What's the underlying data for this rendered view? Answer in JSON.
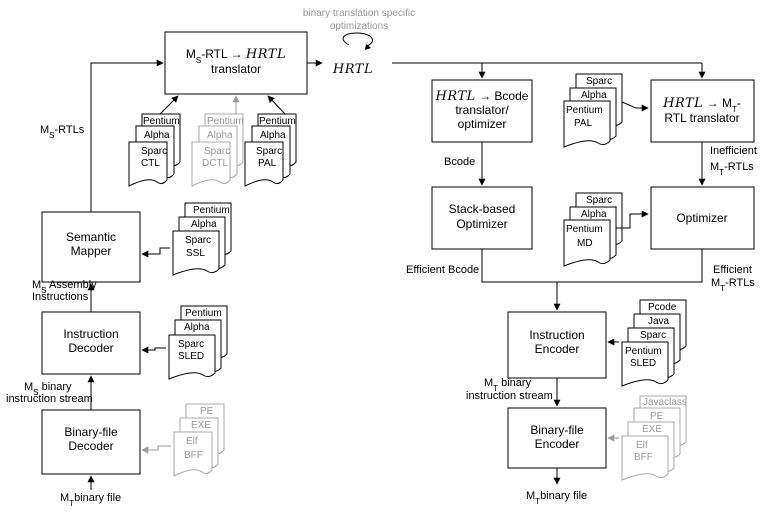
{
  "top_note": [
    "binary translation specific",
    "optimizations"
  ],
  "hrtl": "HRTL",
  "left": {
    "translator": {
      "prefix": "M",
      "sub": "S",
      "mid": "-RTL → ",
      "hrtl": "HRTL",
      "line2": "translator"
    },
    "semantic_mapper": [
      "Semantic",
      "Mapper"
    ],
    "instruction_decoder": [
      "Instruction",
      "Decoder"
    ],
    "binary_file_decoder": [
      "Binary-file",
      "Decoder"
    ],
    "ms_rtls": {
      "m": "M",
      "sub": "S",
      "rest": "-RTLs"
    },
    "ms_assembly": {
      "m": "M",
      "sub": "S",
      "rest": " Assembly",
      "line2": "Instructions"
    },
    "ms_binary": {
      "m": "M",
      "sub": "S",
      "rest": " binary",
      "line2": "instruction stream"
    },
    "mt_binary_file": {
      "m": "M",
      "sub": "T",
      "rest": "binary file"
    },
    "docs_ctl": [
      "Pentium",
      "Alpha",
      "Sparc",
      "CTL"
    ],
    "docs_dctl": [
      "Pentium",
      "Alpha",
      "Sparc",
      "DCTL"
    ],
    "docs_pal": [
      "Pentium",
      "Alpha",
      "Sparc",
      "PAL"
    ],
    "docs_ssl": [
      "Pentium",
      "Alpha",
      "Sparc",
      "SSL"
    ],
    "docs_sled": [
      "Pentium",
      "Alpha",
      "Sparc",
      "SLED"
    ],
    "docs_bff": [
      "PE",
      "EXE",
      "Elf",
      "BFF"
    ]
  },
  "right": {
    "bcode_translator": {
      "hrtl": "HRTL",
      "mid": " → Bcode",
      "line2": "translator/",
      "line3": "optimizer"
    },
    "mt_rtl_translator": {
      "hrtl": "HRTL",
      "mid": " → M",
      "sub": "T",
      "tail": "-",
      "line2": "RTL translator"
    },
    "stack_optimizer": [
      "Stack-based",
      "Optimizer"
    ],
    "optimizer": "Optimizer",
    "instruction_encoder": [
      "Instruction",
      "Encoder"
    ],
    "binary_file_encoder": [
      "Binary-file",
      "Encoder"
    ],
    "bcode_label": "Bcode",
    "inefficient": {
      "line1": "Inefficient",
      "m": "M",
      "sub": "T",
      "rest": "-RTLs"
    },
    "efficient_bcode": "Efficient Bcode",
    "efficient_mt": {
      "line1": "Efficient",
      "m": "M",
      "sub": "T",
      "rest": "-RTLs"
    },
    "mt_binary": {
      "m": "M",
      "sub": "T",
      "rest": " binary",
      "line2": "instruction stream"
    },
    "mt_binary_file": {
      "m": "M",
      "sub": "T",
      "rest": "binary file"
    },
    "docs_pal": [
      "Sparc",
      "Alpha",
      "Pentium",
      "PAL"
    ],
    "docs_md": [
      "Sparc",
      "Alpha",
      "Pentium",
      "MD"
    ],
    "docs_sled": [
      "Pcode",
      "Java",
      "Sparc",
      "Pentium",
      "SLED"
    ],
    "docs_bff": [
      "Javaclass",
      "PE",
      "EXE",
      "Elf",
      "BFF"
    ]
  }
}
